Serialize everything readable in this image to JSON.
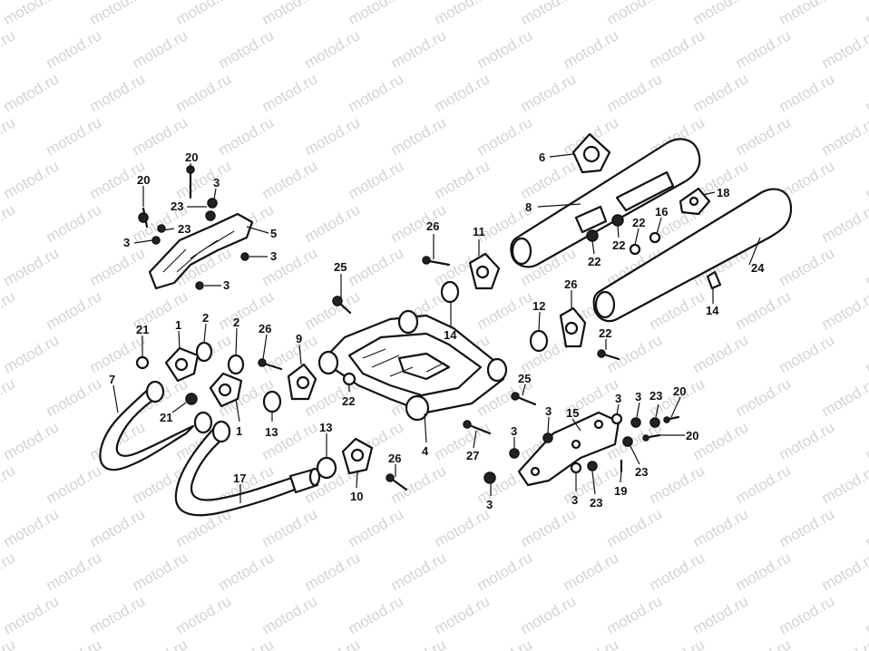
{
  "watermark": {
    "text": "motod.ru",
    "color": "#d4d4d4"
  },
  "callouts": [
    {
      "id": "c1",
      "label": "20"
    },
    {
      "id": "c2",
      "label": "20"
    },
    {
      "id": "c3",
      "label": "3"
    },
    {
      "id": "c4",
      "label": "23"
    },
    {
      "id": "c5",
      "label": "23"
    },
    {
      "id": "c6",
      "label": "5"
    },
    {
      "id": "c7",
      "label": "3"
    },
    {
      "id": "c8",
      "label": "3"
    },
    {
      "id": "c9",
      "label": "3"
    },
    {
      "id": "c10",
      "label": "21"
    },
    {
      "id": "c11",
      "label": "1"
    },
    {
      "id": "c12",
      "label": "2"
    },
    {
      "id": "c13",
      "label": "2"
    },
    {
      "id": "c14",
      "label": "26"
    },
    {
      "id": "c15",
      "label": "9"
    },
    {
      "id": "c16",
      "label": "7"
    },
    {
      "id": "c17",
      "label": "21"
    },
    {
      "id": "c18",
      "label": "1"
    },
    {
      "id": "c19",
      "label": "13"
    },
    {
      "id": "c20",
      "label": "17"
    },
    {
      "id": "c21",
      "label": "13"
    },
    {
      "id": "c22",
      "label": "10"
    },
    {
      "id": "c23",
      "label": "26"
    },
    {
      "id": "c24",
      "label": "25"
    },
    {
      "id": "c25",
      "label": "22"
    },
    {
      "id": "c26",
      "label": "4"
    },
    {
      "id": "c27",
      "label": "26"
    },
    {
      "id": "c28",
      "label": "11"
    },
    {
      "id": "c29",
      "label": "14"
    },
    {
      "id": "c30",
      "label": "6"
    },
    {
      "id": "c31",
      "label": "8"
    },
    {
      "id": "c32",
      "label": "22"
    },
    {
      "id": "c33",
      "label": "22"
    },
    {
      "id": "c34",
      "label": "22"
    },
    {
      "id": "c35",
      "label": "16"
    },
    {
      "id": "c36",
      "label": "18"
    },
    {
      "id": "c37",
      "label": "24"
    },
    {
      "id": "c38",
      "label": "14"
    },
    {
      "id": "c39",
      "label": "12"
    },
    {
      "id": "c40",
      "label": "26"
    },
    {
      "id": "c41",
      "label": "22"
    },
    {
      "id": "c42",
      "label": "25"
    },
    {
      "id": "c43",
      "label": "27"
    },
    {
      "id": "c44",
      "label": "3"
    },
    {
      "id": "c45",
      "label": "3"
    },
    {
      "id": "c46",
      "label": "3"
    },
    {
      "id": "c47",
      "label": "15"
    },
    {
      "id": "c48",
      "label": "3"
    },
    {
      "id": "c49",
      "label": "3"
    },
    {
      "id": "c50",
      "label": "23"
    },
    {
      "id": "c51",
      "label": "20"
    },
    {
      "id": "c52",
      "label": "20"
    },
    {
      "id": "c53",
      "label": "23"
    },
    {
      "id": "c54",
      "label": "19"
    },
    {
      "id": "c55",
      "label": "3"
    },
    {
      "id": "c56",
      "label": "23"
    }
  ]
}
